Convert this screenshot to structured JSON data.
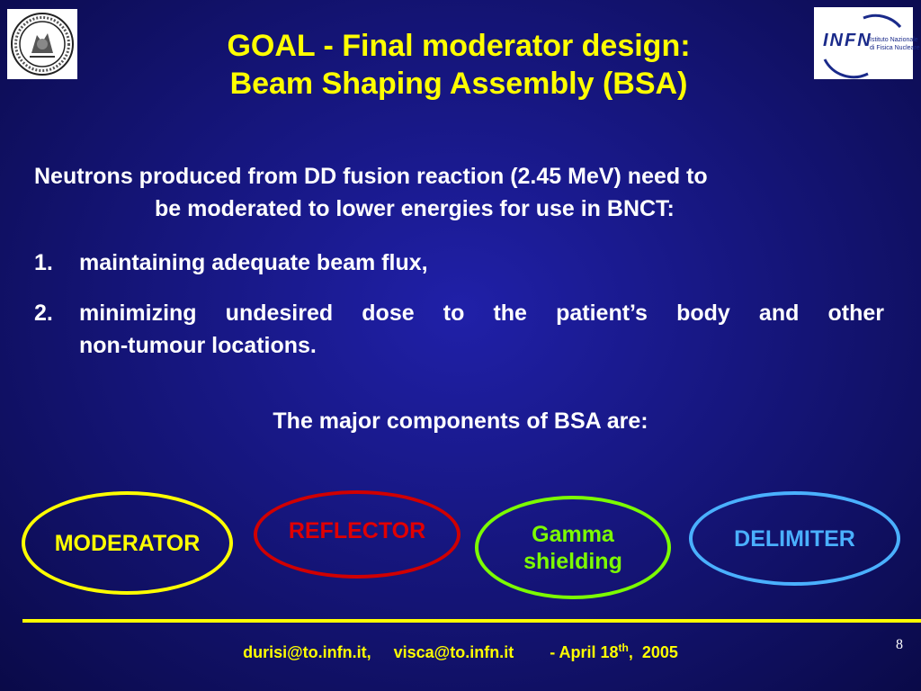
{
  "title": {
    "line1": "GOAL - Final moderator design:",
    "line2": "Beam Shaping Assembly (BSA)"
  },
  "logos": {
    "left": "university-seal-icon",
    "right": {
      "icon": "infn-logo-icon",
      "name": "INFN",
      "subtitle_line1": "Istituto Nazionale",
      "subtitle_line2": "di Fisica Nucleare"
    }
  },
  "intro": {
    "line1": "Neutrons produced from DD fusion reaction (2.45 MeV) need to",
    "line2": "be moderated to lower energies for use in BNCT:"
  },
  "list": [
    {
      "num": "1.",
      "text": "maintaining adequate beam flux,"
    },
    {
      "num": "2.",
      "line1": "minimizing undesired dose to the patient’s body and other",
      "line2": "non-tumour locations."
    }
  ],
  "major_heading": "The major components of BSA are:",
  "components": [
    {
      "label": "MODERATOR",
      "color": "#ffff00"
    },
    {
      "label": "REFLECTOR",
      "color": "#e00000"
    },
    {
      "label_line1": "Gamma",
      "label_line2": "shielding",
      "color": "#7cfc00"
    },
    {
      "label": "DELIMITER",
      "color": "#4ab0ff"
    }
  ],
  "footer": {
    "emails": "durisi@to.infn.it,     visca@to.infn.it        - April 18",
    "sup": "th",
    "year": ",  2005",
    "page": "8"
  },
  "colors": {
    "accent": "#ffff00",
    "background": "#16167e"
  }
}
